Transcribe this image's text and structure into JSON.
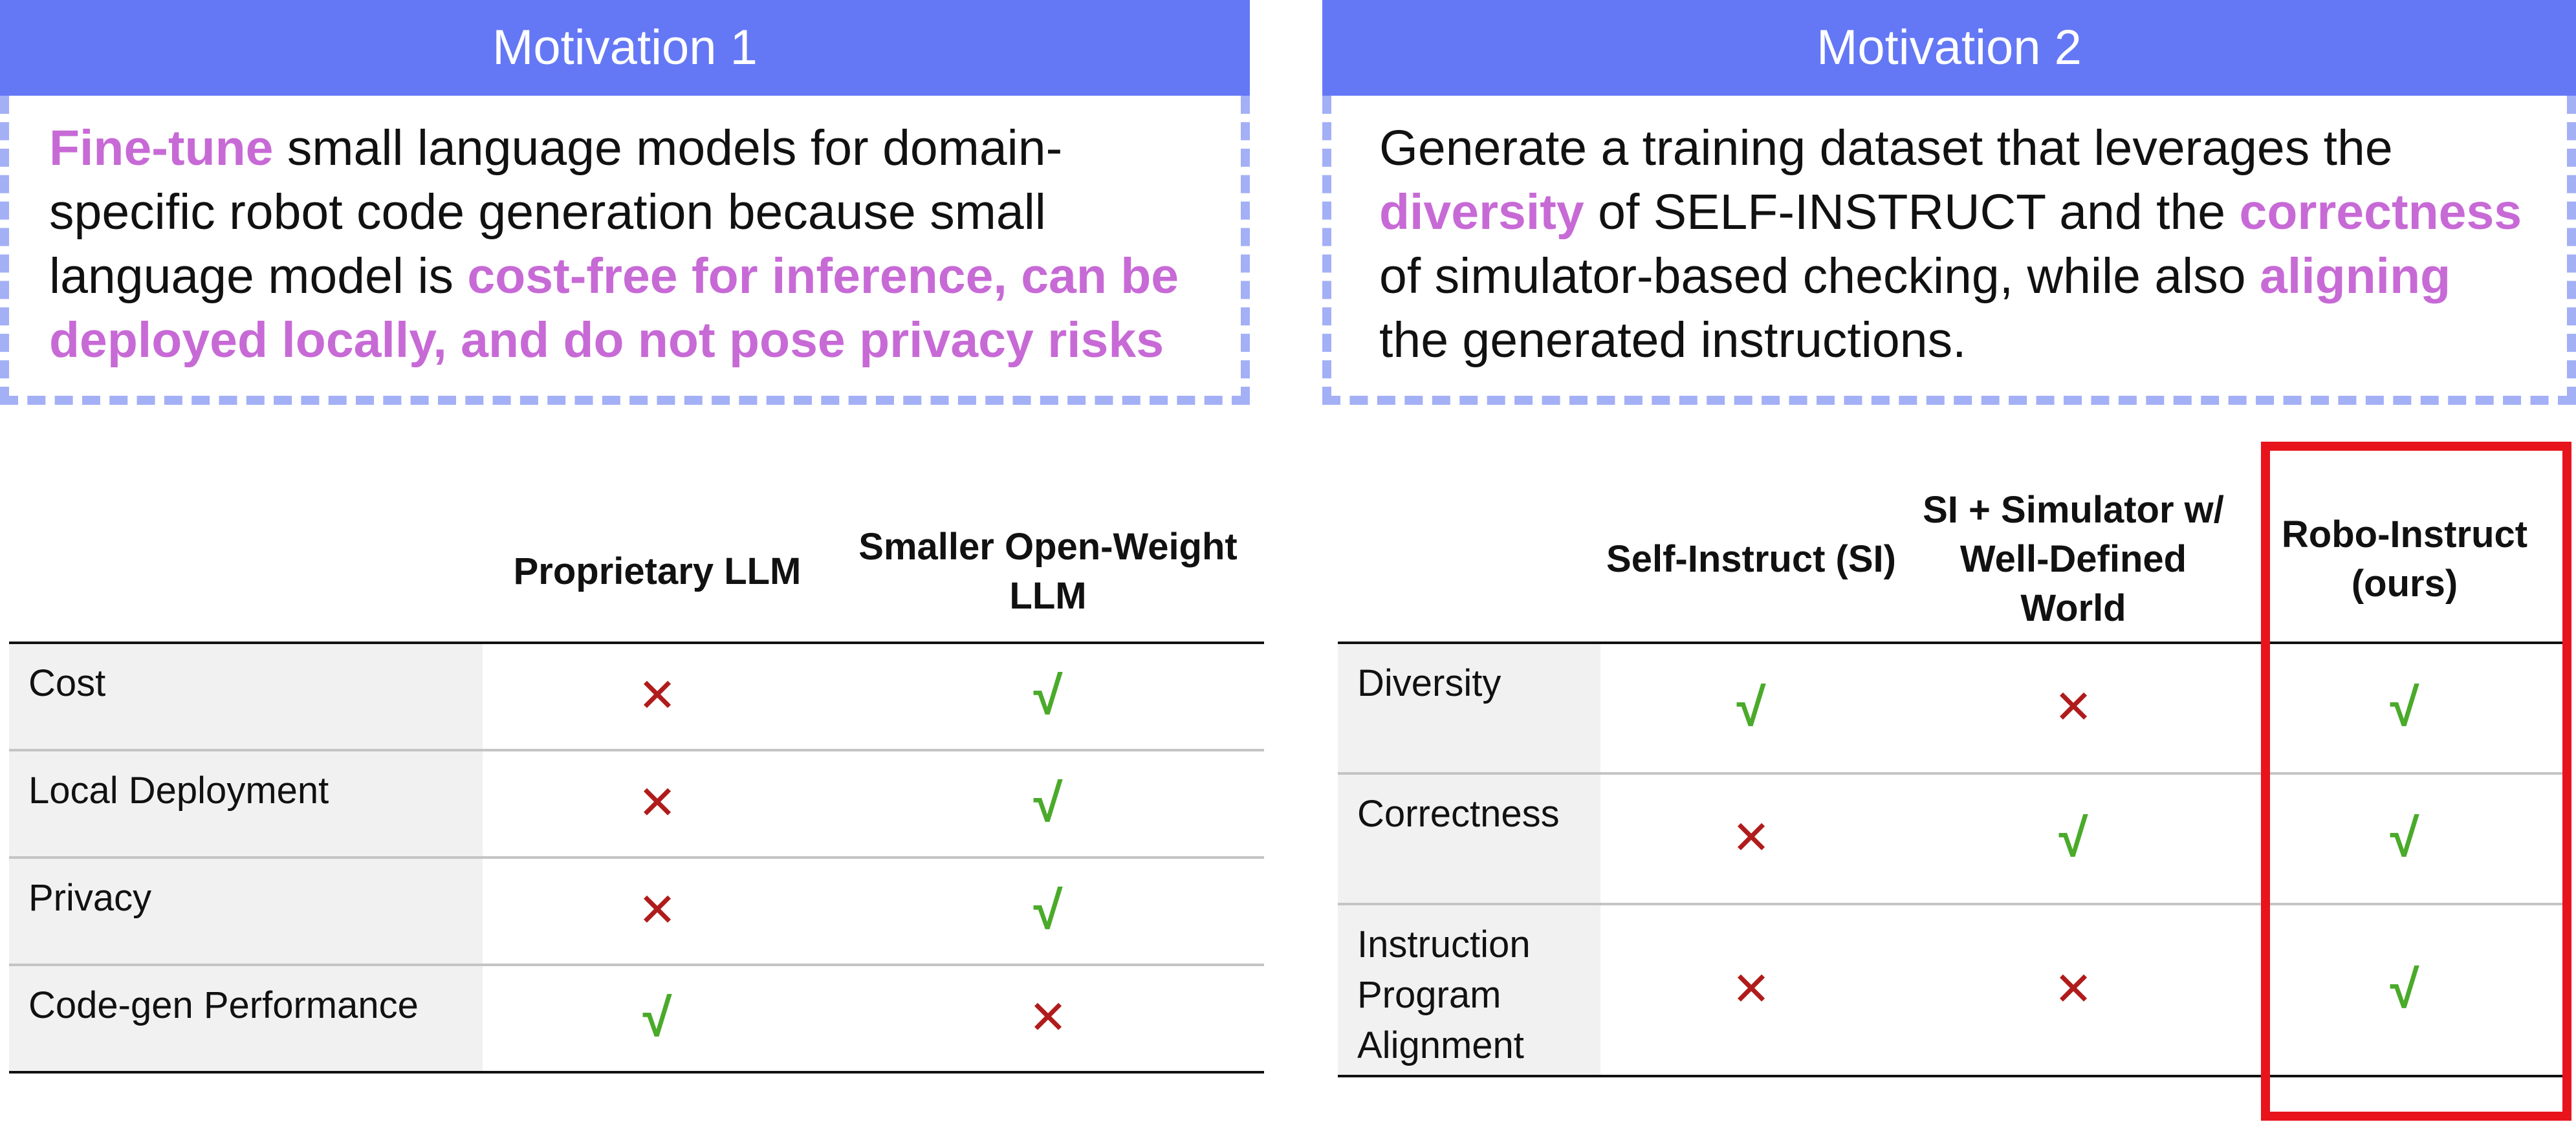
{
  "motivation1": {
    "title": "Motivation 1",
    "text": {
      "hl1": "Fine-tune",
      "t1": " small language models for domain-specific robot code generation because small language model is ",
      "hl2": "cost-free for inference, can be deployed locally, and do not pose privacy risks"
    }
  },
  "motivation2": {
    "title": "Motivation 2",
    "text": {
      "t1": "Generate a training dataset that leverages the ",
      "hl1": "diversity",
      "t2": " of SELF-INSTRUCT and the ",
      "hl2": "correctness",
      "t3": " of simulator-based checking, while also ",
      "hl3": "aligning",
      "t4": " the generated instructions."
    }
  },
  "table1": {
    "columns": [
      "Proprietary LLM",
      "Smaller Open-Weight LLM"
    ],
    "rows": [
      {
        "label": "Cost",
        "values": [
          "✕",
          "√"
        ]
      },
      {
        "label": "Local Deployment",
        "values": [
          "✕",
          "√"
        ]
      },
      {
        "label": "Privacy",
        "values": [
          "✕",
          "√"
        ]
      },
      {
        "label": "Code-gen Performance",
        "values": [
          "√",
          "✕"
        ]
      }
    ]
  },
  "table2": {
    "columns": [
      "Self-Instruct (SI)",
      "SI + Simulator w/ Well-Defined World",
      "Robo-Instruct (ours)"
    ],
    "rows": [
      {
        "label": "Diversity",
        "values": [
          "√",
          "✕",
          "√"
        ]
      },
      {
        "label": "Correctness",
        "values": [
          "✕",
          "√",
          "√"
        ]
      },
      {
        "label": "Instruction Program Alignment",
        "values": [
          "✕",
          "✕",
          "√"
        ]
      }
    ]
  },
  "colors": {
    "header_bg": "#6478f5",
    "dashed_border": "#a3b0f6",
    "highlight": "#c76ad6",
    "check": "#4aaa2a",
    "cross": "#b01c1c",
    "ours_frame": "#e8141c"
  }
}
